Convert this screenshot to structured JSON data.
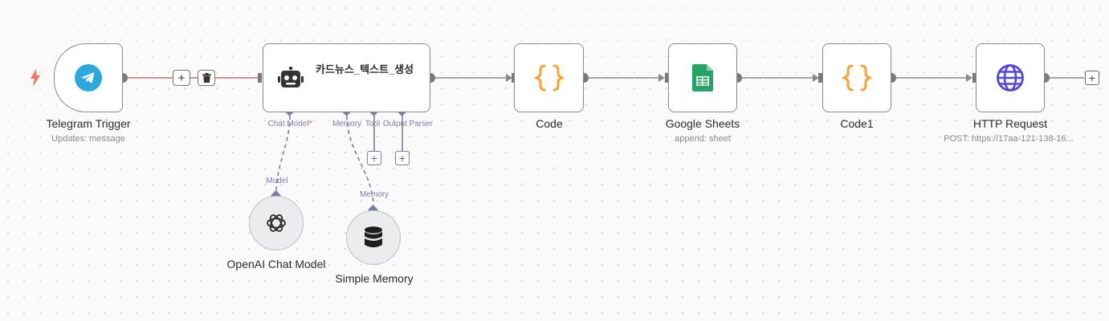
{
  "colors": {
    "telegram": "#2aa8e0",
    "code_braces": "#ff9f2e",
    "sheets": "#22a565",
    "http_globe": "#4f46e5",
    "port_diamond": "#7c7ca8",
    "edge": "#8a8a8a",
    "trigger_edge": "#b8797b",
    "bolt": "#ff6d5a"
  },
  "nodes": {
    "telegram": {
      "title": "Telegram Trigger",
      "subtitle": "Updates: message",
      "icon": "telegram-icon"
    },
    "agent": {
      "title": "카드뉴스_텍스트_생성",
      "icon": "robot-icon",
      "ports": {
        "chat_model": "Chat Model",
        "chat_model_required": "*",
        "memory": "Memory",
        "tool": "Tool",
        "output_parser": "Output Parser"
      }
    },
    "code": {
      "title": "Code",
      "icon": "braces-icon"
    },
    "sheets": {
      "title": "Google Sheets",
      "subtitle": "append: sheet",
      "icon": "google-sheets-icon"
    },
    "code1": {
      "title": "Code1",
      "icon": "braces-icon"
    },
    "http": {
      "title": "HTTP Request",
      "subtitle": "POST: https://17aa-121-138-16...",
      "icon": "globe-icon"
    },
    "openai": {
      "title": "OpenAI Chat Model",
      "port_label": "Model",
      "icon": "openai-icon"
    },
    "memory": {
      "title": "Simple Memory",
      "port_label": "Memory",
      "icon": "database-icon"
    }
  },
  "edge_toolbar": {
    "add": "+",
    "delete": "trash-icon"
  },
  "plus": "+"
}
